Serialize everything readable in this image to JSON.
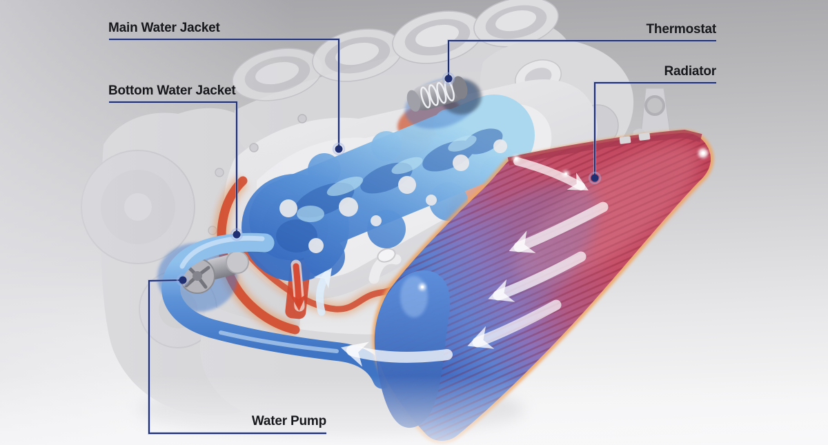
{
  "diagram": {
    "type": "engine-cooling-system-cutaway",
    "labels": [
      {
        "id": "main-water-jacket",
        "text": "Main Water Jacket"
      },
      {
        "id": "bottom-water-jacket",
        "text": "Bottom Water Jacket"
      },
      {
        "id": "thermostat",
        "text": "Thermostat"
      },
      {
        "id": "radiator",
        "text": "Radiator"
      },
      {
        "id": "water-pump",
        "text": "Water Pump"
      }
    ],
    "colors": {
      "leader_line": "#1f2f72",
      "label_text": "#17181c",
      "coolant_cold_blue": "#4a80cc",
      "coolant_hot_red": "#d5472e",
      "radiator_core": "#c24a60",
      "engine_metal_gray": "#d9d9dc",
      "background_top": "#a5a5a9",
      "background_bottom": "#fafafb"
    }
  }
}
